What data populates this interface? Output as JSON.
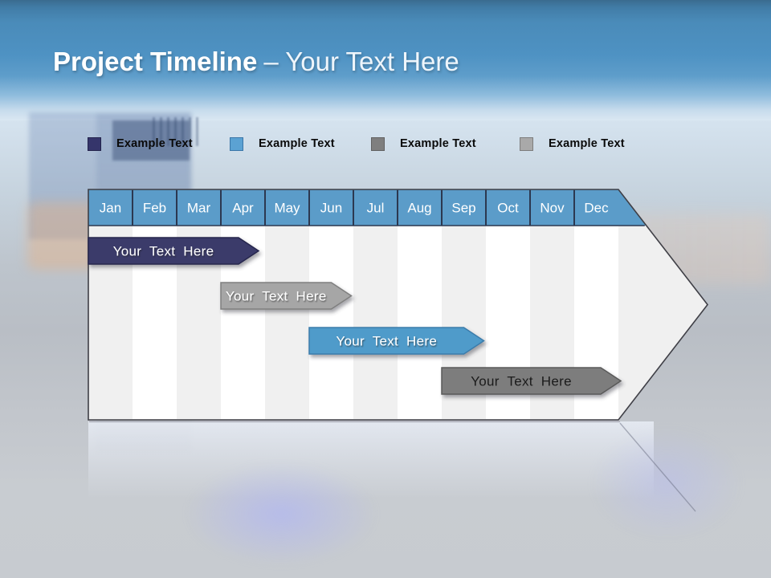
{
  "header": {
    "title_primary": "Project Timeline",
    "title_secondary": "– Your Text Here"
  },
  "legend": {
    "items": [
      {
        "label": "Example Text",
        "swatch_color": "#35356b",
        "swatch_border": "#23234c"
      },
      {
        "label": "Example Text",
        "swatch_color": "#5ba2d3",
        "swatch_border": "#3a76a8"
      },
      {
        "label": "Example Text",
        "swatch_color": "#7f7f7f",
        "swatch_border": "#616161"
      },
      {
        "label": "Example Text",
        "swatch_color": "#a9a9a9",
        "swatch_border": "#7d7d7d"
      }
    ]
  },
  "chart_data": {
    "type": "gantt",
    "title": "Project Timeline – Your Text Here",
    "categories": [
      "Jan",
      "Feb",
      "Mar",
      "Apr",
      "May",
      "Jun",
      "Jul",
      "Aug",
      "Sep",
      "Oct",
      "Nov",
      "Dec"
    ],
    "header_fill": "#5b9cc9",
    "header_text_color": "#ffffff",
    "divider_color": "#2c3850",
    "body_fill": "#f0f0f0",
    "body_stripe_fill": "#ffffff",
    "outline_color": "#3f3f46",
    "bars": [
      {
        "label": "Your Text Here",
        "start_month": 0.0,
        "end_month": 3.4,
        "fill": "#3a3a6a",
        "stroke": "#28284e",
        "text_color": "#ffffff"
      },
      {
        "label": "Your Text Here",
        "start_month": 3.0,
        "end_month": 5.5,
        "fill": "#a6a6a6",
        "stroke": "#7f7f7f",
        "text_color": "#ffffff"
      },
      {
        "label": "Your Text Here",
        "start_month": 5.0,
        "end_month": 8.5,
        "fill": "#509bca",
        "stroke": "#3b7cab",
        "text_color": "#ffffff"
      },
      {
        "label": "Your Text Here",
        "start_month": 8.0,
        "end_month": 11.6,
        "fill": "#7d7d7d",
        "stroke": "#5a5a5a",
        "text_color": "#1b1b1b"
      }
    ]
  }
}
